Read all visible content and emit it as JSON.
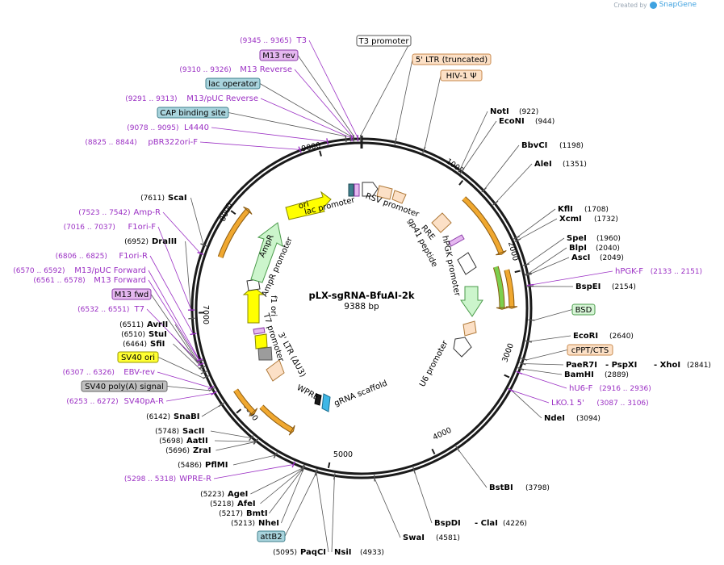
{
  "header": {
    "credit_prefix": "Created by",
    "credit_brand": "SnapGene"
  },
  "map": {
    "name": "pLX-sgRNA-BfuAI-2k",
    "length_label": "9388 bp",
    "total_bp": 9388,
    "ticks": [
      "1000",
      "2000",
      "3000",
      "4000",
      "5000",
      "6000",
      "7000",
      "8000",
      "9000"
    ]
  },
  "sites_right": [
    {
      "name": "NotI",
      "coord": "(922)",
      "bp": 922
    },
    {
      "name": "EcoNI",
      "coord": "(944)",
      "bp": 944
    },
    {
      "name": "BbvCI",
      "coord": "(1198)",
      "bp": 1198
    },
    {
      "name": "AleI",
      "coord": "(1351)",
      "bp": 1351
    },
    {
      "name": "KflI",
      "coord": "(1708)",
      "bp": 1708
    },
    {
      "name": "XcmI",
      "coord": "(1732)",
      "bp": 1732
    },
    {
      "name": "SpeI",
      "coord": "(1960)",
      "bp": 1960
    },
    {
      "name": "BlpI",
      "coord": "(2040)",
      "bp": 2040
    },
    {
      "name": "AscI",
      "coord": "(2049)",
      "bp": 2049
    },
    {
      "name": "BspEI",
      "coord": "(2154)",
      "bp": 2154
    },
    {
      "name": "EcoRI",
      "coord": "(2640)",
      "bp": 2640
    },
    {
      "name": "BamHI",
      "coord": "(2889)",
      "bp": 2889
    },
    {
      "name": "NdeI",
      "coord": "(3094)",
      "bp": 3094
    },
    {
      "name": "BstBI",
      "coord": "(3798)",
      "bp": 3798
    },
    {
      "name": "SwaI",
      "coord": "(4581)",
      "bp": 4581
    },
    {
      "name": "NsiI",
      "coord": "(4933)",
      "bp": 4933
    }
  ],
  "site_multi": [
    {
      "parts": [
        "PaeR7I",
        "- PspXI",
        "- XhoI"
      ],
      "coord": "(2841)",
      "bp": 2841
    },
    {
      "parts": [
        "BspDI",
        "- ClaI"
      ],
      "coord": "(4226)",
      "bp": 4226
    }
  ],
  "sites_left": [
    {
      "name": "ScaI",
      "coord": "(7611)",
      "bp": 7611
    },
    {
      "name": "DraIII",
      "coord": "(6952)",
      "bp": 6952
    },
    {
      "name": "AvrII",
      "coord": "(6511)",
      "bp": 6511
    },
    {
      "name": "StuI",
      "coord": "(6510)",
      "bp": 6510
    },
    {
      "name": "SfiI",
      "coord": "(6464)",
      "bp": 6464
    },
    {
      "name": "SnaBI",
      "coord": "(6142)",
      "bp": 6142
    },
    {
      "name": "SacII",
      "coord": "(5748)",
      "bp": 5748
    },
    {
      "name": "AatII",
      "coord": "(5698)",
      "bp": 5698
    },
    {
      "name": "ZraI",
      "coord": "(5696)",
      "bp": 5696
    },
    {
      "name": "PflMI",
      "coord": "(5486)",
      "bp": 5486
    },
    {
      "name": "AgeI",
      "coord": "(5223)",
      "bp": 5223
    },
    {
      "name": "AfeI",
      "coord": "(5218)",
      "bp": 5218
    },
    {
      "name": "BmtI",
      "coord": "(5217)",
      "bp": 5217
    },
    {
      "name": "NheI",
      "coord": "(5213)",
      "bp": 5213
    },
    {
      "name": "PaqCI",
      "coord": "(5095)",
      "bp": 5095
    }
  ],
  "primers": [
    {
      "coord": "(9345 .. 9365)",
      "name": "T3",
      "bp": 9355
    },
    {
      "coord": "(9310 .. 9326)",
      "name": "M13 Reverse",
      "bp": 9318
    },
    {
      "coord": "(9291 .. 9313)",
      "name": "M13/pUC Reverse",
      "bp": 9302
    },
    {
      "coord": "(9078 .. 9095)",
      "name": "L4440",
      "bp": 9086
    },
    {
      "coord": "(8825 .. 8844)",
      "name": "pBR322ori-F",
      "bp": 8834
    },
    {
      "coord": "(7523 .. 7542)",
      "name": "Amp-R",
      "bp": 7532
    },
    {
      "coord": "(7016 .. 7037)",
      "name": "F1ori-F",
      "bp": 7026
    },
    {
      "coord": "(6806 .. 6825)",
      "name": "F1ori-R",
      "bp": 6815
    },
    {
      "coord": "(6570 .. 6592)",
      "name": "M13/pUC Forward",
      "bp": 6581
    },
    {
      "coord": "(6561 .. 6578)",
      "name": "M13 Forward",
      "bp": 6569
    },
    {
      "coord": "(6532 .. 6551)",
      "name": "T7",
      "bp": 6541
    },
    {
      "coord": "(6307 .. 6326)",
      "name": "EBV-rev",
      "bp": 6316
    },
    {
      "coord": "(6253 .. 6272)",
      "name": "SV40pA-R",
      "bp": 6262
    },
    {
      "coord": "(5298 .. 5318)",
      "name": "WPRE-R",
      "bp": 5308
    },
    {
      "coord": "(2133 .. 2151)",
      "name": "hPGK-F",
      "bp": 2142
    },
    {
      "coord": "(2916 .. 2936)",
      "name": "hU6-F",
      "bp": 2926
    },
    {
      "coord": "(3087 .. 3106)",
      "name": "LKO.1 5'",
      "bp": 3096
    }
  ],
  "feature_boxes": [
    {
      "name": "T3 promoter",
      "fill": "#ffffff",
      "stroke": "#555555",
      "bp": 9380
    },
    {
      "name": "5' LTR (truncated)",
      "fill": "#fce0c6",
      "stroke": "#c98a4e",
      "bp": 300
    },
    {
      "name": "HIV-1 Ψ",
      "fill": "#fce0c6",
      "stroke": "#c98a4e",
      "bp": 560
    },
    {
      "name": "M13 rev",
      "fill": "#e5b8f0",
      "stroke": "#8a3aa8",
      "bp": 9318
    },
    {
      "name": "lac operator",
      "fill": "#a9d4dd",
      "stroke": "#3f7f8c",
      "bp": 9290
    },
    {
      "name": "CAP binding site",
      "fill": "#a9d4dd",
      "stroke": "#3f7f8c",
      "bp": 9250
    },
    {
      "name": "BSD",
      "fill": "#d6f5d6",
      "stroke": "#4a9a4a",
      "bp": 2450
    },
    {
      "name": "cPPT/CTS",
      "fill": "#fce0c6",
      "stroke": "#c98a4e",
      "bp": 2800
    },
    {
      "name": "M13 fwd",
      "fill": "#e5b8f0",
      "stroke": "#8a3aa8",
      "bp": 6569
    },
    {
      "name": "SV40 ori",
      "fill": "#ffff33",
      "stroke": "#999900",
      "bp": 6420
    },
    {
      "name": "SV40 poly(A) signal",
      "fill": "#c0c0c0",
      "stroke": "#666666",
      "bp": 6300
    },
    {
      "name": "attB2",
      "fill": "#a9d4dd",
      "stroke": "#3f7f8c",
      "bp": 5100
    }
  ],
  "inner_labels": [
    "RSV promoter",
    "lac promoter",
    "ori",
    "RRE",
    "gp41 peptide",
    "hPGK promoter",
    "U6 promoter",
    "gRNA scaffold",
    "WPRE",
    "3' LTR (ΔU3)",
    "T7 promoter",
    "f1 ori",
    "AmpR promoter",
    "AmpR"
  ],
  "colors": {
    "primer": "#9b30c4",
    "enzyme": "#000000",
    "backbone": "#1a1a1a",
    "orf_orange": "#f0a830",
    "orf_green": "#7ccf4e",
    "ltr": "#fce0c6",
    "ampr": "#ccf5cc",
    "ori": "#ffff00"
  }
}
